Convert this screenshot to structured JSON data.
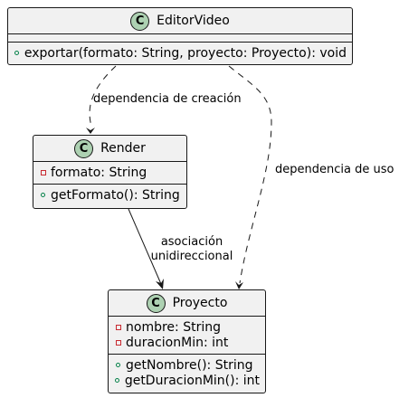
{
  "classes": {
    "editorvideo": {
      "name": "EditorVideo",
      "badge": "C",
      "methods": [
        "exportar(formato: String, proyecto: Proyecto): void"
      ]
    },
    "render": {
      "name": "Render",
      "badge": "C",
      "attributes": [
        "formato: String"
      ],
      "methods": [
        "getFormato(): String"
      ]
    },
    "proyecto": {
      "name": "Proyecto",
      "badge": "C",
      "attributes": [
        "nombre: String",
        "duracionMin: int"
      ],
      "methods": [
        "getNombre(): String",
        "getDuracionMin(): int"
      ]
    }
  },
  "relations": {
    "creation": "dependencia de creación",
    "usage": "dependencia de uso",
    "association_line1": "asociación",
    "association_line2": "unidireccional"
  },
  "colors": {
    "class_fill": "#f1f1f1",
    "badge_fill": "#add1b2",
    "public_marker": "#038048",
    "private_marker": "#c82930",
    "line": "#181818"
  }
}
